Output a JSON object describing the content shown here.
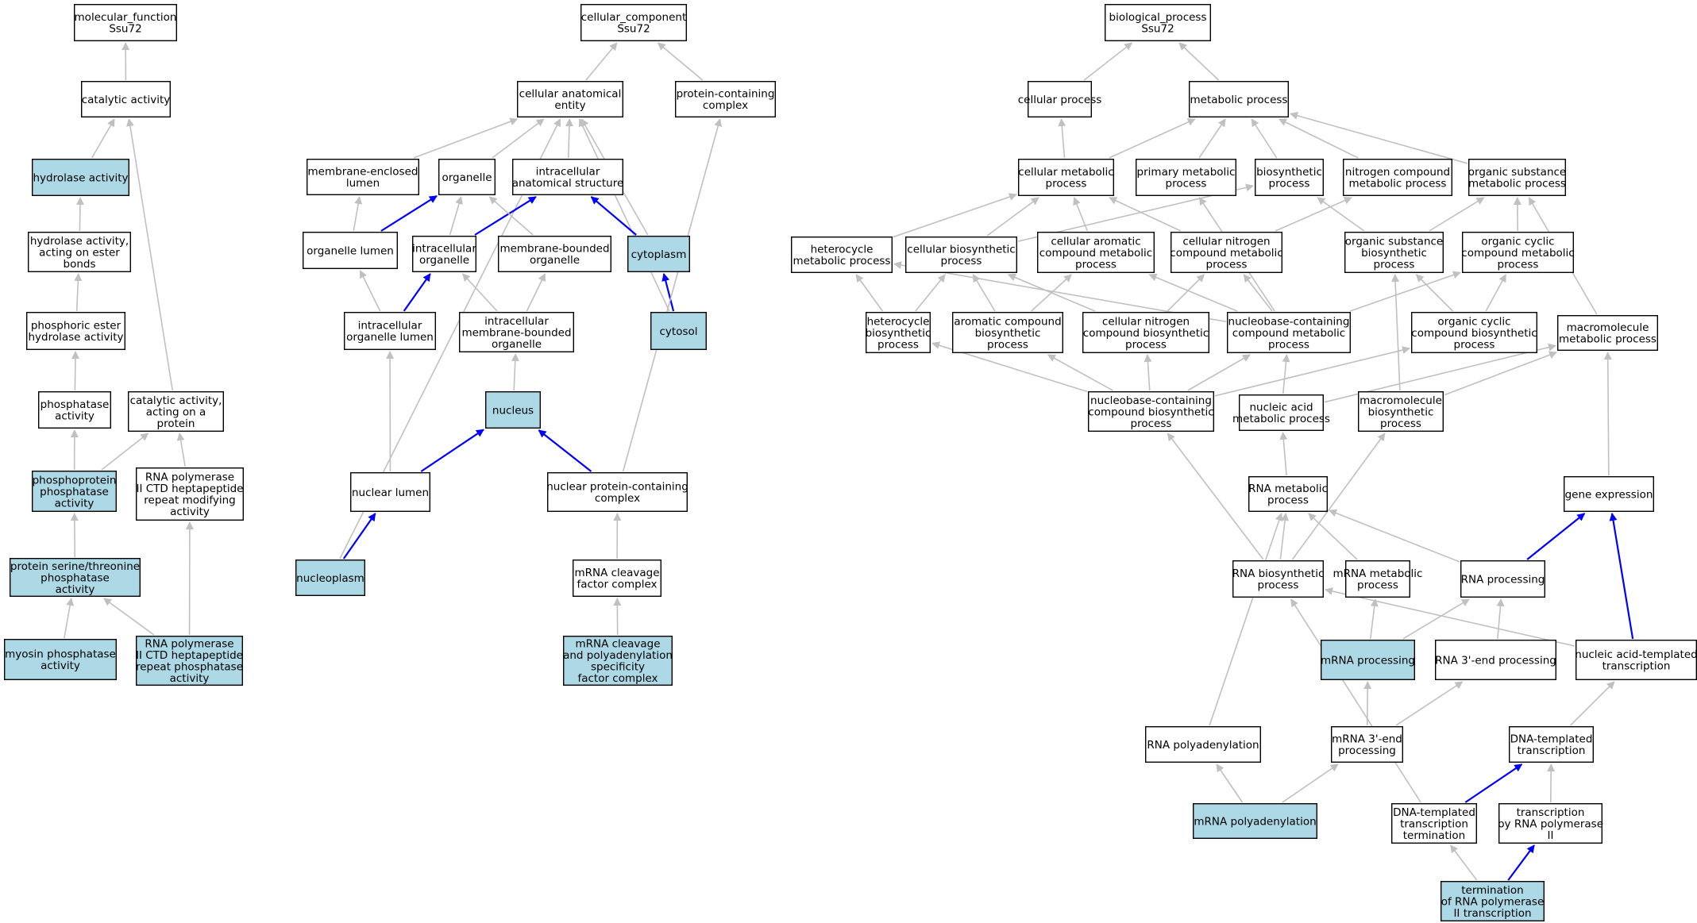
{
  "colors": {
    "highlight_fill": "#add8e6",
    "default_fill": "#ffffff",
    "edge_gray": "#c0c0c0",
    "edge_blue": "#0000ff",
    "border": "#000000"
  },
  "nodes": [
    {
      "id": "mf",
      "lines": [
        "molecular_function",
        "Ssu72"
      ],
      "highlighted": false
    },
    {
      "id": "cat",
      "lines": [
        "catalytic activity"
      ],
      "highlighted": false
    },
    {
      "id": "hyd",
      "lines": [
        "hydrolase activity"
      ],
      "highlighted": true
    },
    {
      "id": "hydest",
      "lines": [
        "hydrolase activity,",
        "acting on ester",
        "bonds"
      ],
      "highlighted": false
    },
    {
      "id": "phosest",
      "lines": [
        "phosphoric ester",
        "hydrolase activity"
      ],
      "highlighted": false
    },
    {
      "id": "phosph",
      "lines": [
        "phosphatase",
        "activity"
      ],
      "highlighted": false
    },
    {
      "id": "catprot",
      "lines": [
        "catalytic activity,",
        "acting on a",
        "protein"
      ],
      "highlighted": false
    },
    {
      "id": "ppp",
      "lines": [
        "phosphoprotein",
        "phosphatase",
        "activity"
      ],
      "highlighted": true
    },
    {
      "id": "rnactdmod",
      "lines": [
        "RNA polymerase",
        "II CTD heptapeptide",
        "repeat modifying",
        "activity"
      ],
      "highlighted": false
    },
    {
      "id": "serthr",
      "lines": [
        "protein serine/threonine",
        "phosphatase",
        "activity"
      ],
      "highlighted": true
    },
    {
      "id": "myosin",
      "lines": [
        "myosin phosphatase",
        "activity"
      ],
      "highlighted": true
    },
    {
      "id": "rnactdphos",
      "lines": [
        "RNA polymerase",
        "II CTD heptapeptide",
        "repeat phosphatase",
        "activity"
      ],
      "highlighted": true
    },
    {
      "id": "cc",
      "lines": [
        "cellular_component",
        "Ssu72"
      ],
      "highlighted": false
    },
    {
      "id": "cae",
      "lines": [
        "cellular anatomical",
        "entity"
      ],
      "highlighted": false
    },
    {
      "id": "pcc",
      "lines": [
        "protein-containing",
        "complex"
      ],
      "highlighted": false
    },
    {
      "id": "mel",
      "lines": [
        "membrane-enclosed",
        "lumen"
      ],
      "highlighted": false
    },
    {
      "id": "org",
      "lines": [
        "organelle"
      ],
      "highlighted": false
    },
    {
      "id": "ias",
      "lines": [
        "intracellular",
        "anatomical structure"
      ],
      "highlighted": false
    },
    {
      "id": "orglum",
      "lines": [
        "organelle lumen"
      ],
      "highlighted": false
    },
    {
      "id": "intorg",
      "lines": [
        "intracellular",
        "organelle"
      ],
      "highlighted": false
    },
    {
      "id": "mbo",
      "lines": [
        "membrane-bounded",
        "organelle"
      ],
      "highlighted": false
    },
    {
      "id": "cyto",
      "lines": [
        "cytoplasm"
      ],
      "highlighted": true
    },
    {
      "id": "iol",
      "lines": [
        "intracellular",
        "organelle lumen"
      ],
      "highlighted": false
    },
    {
      "id": "imbo",
      "lines": [
        "intracellular",
        "membrane-bounded",
        "organelle"
      ],
      "highlighted": false
    },
    {
      "id": "cytosol",
      "lines": [
        "cytosol"
      ],
      "highlighted": true
    },
    {
      "id": "nucleus",
      "lines": [
        "nucleus"
      ],
      "highlighted": true
    },
    {
      "id": "nuclum",
      "lines": [
        "nuclear lumen"
      ],
      "highlighted": false
    },
    {
      "id": "npcc",
      "lines": [
        "nuclear protein-containing",
        "complex"
      ],
      "highlighted": false
    },
    {
      "id": "nucleoplasm",
      "lines": [
        "nucleoplasm"
      ],
      "highlighted": true
    },
    {
      "id": "mrnacf",
      "lines": [
        "mRNA cleavage",
        "factor complex"
      ],
      "highlighted": false
    },
    {
      "id": "mrnacpsf",
      "lines": [
        "mRNA cleavage",
        "and polyadenylation",
        "specificity",
        "factor complex"
      ],
      "highlighted": true
    },
    {
      "id": "bp",
      "lines": [
        "biological_process",
        "Ssu72"
      ],
      "highlighted": false
    },
    {
      "id": "cp",
      "lines": [
        "cellular process"
      ],
      "highlighted": false
    },
    {
      "id": "mp",
      "lines": [
        "metabolic process"
      ],
      "highlighted": false
    },
    {
      "id": "cmp",
      "lines": [
        "cellular metabolic",
        "process"
      ],
      "highlighted": false
    },
    {
      "id": "pmp",
      "lines": [
        "primary metabolic",
        "process"
      ],
      "highlighted": false
    },
    {
      "id": "bsp",
      "lines": [
        "biosynthetic",
        "process"
      ],
      "highlighted": false
    },
    {
      "id": "ncmp",
      "lines": [
        "nitrogen compound",
        "metabolic process"
      ],
      "highlighted": false
    },
    {
      "id": "osmp",
      "lines": [
        "organic substance",
        "metabolic process"
      ],
      "highlighted": false
    },
    {
      "id": "hcmp",
      "lines": [
        "heterocycle",
        "metabolic process"
      ],
      "highlighted": false
    },
    {
      "id": "cbp",
      "lines": [
        "cellular biosynthetic",
        "process"
      ],
      "highlighted": false
    },
    {
      "id": "cacmp",
      "lines": [
        "cellular aromatic",
        "compound metabolic",
        "process"
      ],
      "highlighted": false
    },
    {
      "id": "cncmp",
      "lines": [
        "cellular nitrogen",
        "compound metabolic",
        "process"
      ],
      "highlighted": false
    },
    {
      "id": "osbp",
      "lines": [
        "organic substance",
        "biosynthetic",
        "process"
      ],
      "highlighted": false
    },
    {
      "id": "occmp",
      "lines": [
        "organic cyclic",
        "compound metabolic",
        "process"
      ],
      "highlighted": false
    },
    {
      "id": "hcbp",
      "lines": [
        "heterocycle",
        "biosynthetic",
        "process"
      ],
      "highlighted": false
    },
    {
      "id": "acbp",
      "lines": [
        "aromatic compound",
        "biosynthetic",
        "process"
      ],
      "highlighted": false
    },
    {
      "id": "cncbp",
      "lines": [
        "cellular nitrogen",
        "compound biosynthetic",
        "process"
      ],
      "highlighted": false
    },
    {
      "id": "nbcmp",
      "lines": [
        "nucleobase-containing",
        "compound metabolic",
        "process"
      ],
      "highlighted": false
    },
    {
      "id": "occbp",
      "lines": [
        "organic cyclic",
        "compound biosynthetic",
        "process"
      ],
      "highlighted": false
    },
    {
      "id": "macmp",
      "lines": [
        "macromolecule",
        "metabolic process"
      ],
      "highlighted": false
    },
    {
      "id": "nbcbp",
      "lines": [
        "nucleobase-containing",
        "compound biosynthetic",
        "process"
      ],
      "highlighted": false
    },
    {
      "id": "namp",
      "lines": [
        "nucleic acid",
        "metabolic process"
      ],
      "highlighted": false
    },
    {
      "id": "macbp",
      "lines": [
        "macromolecule",
        "biosynthetic",
        "process"
      ],
      "highlighted": false
    },
    {
      "id": "rnamp",
      "lines": [
        "RNA metabolic",
        "process"
      ],
      "highlighted": false
    },
    {
      "id": "ge",
      "lines": [
        "gene expression"
      ],
      "highlighted": false
    },
    {
      "id": "rnabp",
      "lines": [
        "RNA biosynthetic",
        "process"
      ],
      "highlighted": false
    },
    {
      "id": "mrnamp",
      "lines": [
        "mRNA metabolic",
        "process"
      ],
      "highlighted": false
    },
    {
      "id": "rnaproc",
      "lines": [
        "RNA processing"
      ],
      "highlighted": false
    },
    {
      "id": "mrnaproc",
      "lines": [
        "mRNA processing"
      ],
      "highlighted": true
    },
    {
      "id": "rna3",
      "lines": [
        "RNA 3'-end processing"
      ],
      "highlighted": false
    },
    {
      "id": "natt",
      "lines": [
        "nucleic acid-templated",
        "transcription"
      ],
      "highlighted": false
    },
    {
      "id": "rnapoly",
      "lines": [
        "RNA polyadenylation"
      ],
      "highlighted": false
    },
    {
      "id": "mrna3",
      "lines": [
        "mRNA 3'-end",
        "processing"
      ],
      "highlighted": false
    },
    {
      "id": "dtt",
      "lines": [
        "DNA-templated",
        "transcription"
      ],
      "highlighted": false
    },
    {
      "id": "mrnapoly",
      "lines": [
        "mRNA polyadenylation"
      ],
      "highlighted": true
    },
    {
      "id": "dttt",
      "lines": [
        "DNA-templated",
        "transcription",
        "termination"
      ],
      "highlighted": false
    },
    {
      "id": "trpol2",
      "lines": [
        "transcription",
        "by RNA polymerase",
        "II"
      ],
      "highlighted": false
    },
    {
      "id": "term",
      "lines": [
        "termination",
        "of RNA polymerase",
        "II transcription"
      ],
      "highlighted": true
    }
  ],
  "edges": [
    {
      "from": "cat",
      "to": "mf",
      "color": "gray"
    },
    {
      "from": "hyd",
      "to": "cat",
      "color": "gray"
    },
    {
      "from": "hydest",
      "to": "hyd",
      "color": "gray"
    },
    {
      "from": "phosest",
      "to": "hydest",
      "color": "gray"
    },
    {
      "from": "phosph",
      "to": "phosest",
      "color": "gray"
    },
    {
      "from": "catprot",
      "to": "cat",
      "color": "gray"
    },
    {
      "from": "ppp",
      "to": "phosph",
      "color": "gray"
    },
    {
      "from": "ppp",
      "to": "catprot",
      "color": "gray"
    },
    {
      "from": "rnactdmod",
      "to": "catprot",
      "color": "gray"
    },
    {
      "from": "serthr",
      "to": "ppp",
      "color": "gray"
    },
    {
      "from": "myosin",
      "to": "serthr",
      "color": "gray"
    },
    {
      "from": "rnactdphos",
      "to": "serthr",
      "color": "gray"
    },
    {
      "from": "rnactdphos",
      "to": "rnactdmod",
      "color": "gray"
    },
    {
      "from": "cae",
      "to": "cc",
      "color": "gray"
    },
    {
      "from": "pcc",
      "to": "cc",
      "color": "gray"
    },
    {
      "from": "mel",
      "to": "cae",
      "color": "gray"
    },
    {
      "from": "org",
      "to": "cae",
      "color": "gray"
    },
    {
      "from": "ias",
      "to": "cae",
      "color": "gray"
    },
    {
      "from": "cyto",
      "to": "cae",
      "color": "gray"
    },
    {
      "from": "cytosol",
      "to": "cae",
      "color": "gray"
    },
    {
      "from": "nucleoplasm",
      "to": "cae",
      "color": "gray"
    },
    {
      "from": "orglum",
      "to": "mel",
      "color": "gray"
    },
    {
      "from": "orglum",
      "to": "org",
      "color": "blue"
    },
    {
      "from": "intorg",
      "to": "org",
      "color": "gray"
    },
    {
      "from": "intorg",
      "to": "ias",
      "color": "blue"
    },
    {
      "from": "mbo",
      "to": "org",
      "color": "gray"
    },
    {
      "from": "cyto",
      "to": "ias",
      "color": "blue"
    },
    {
      "from": "iol",
      "to": "orglum",
      "color": "gray"
    },
    {
      "from": "iol",
      "to": "intorg",
      "color": "blue"
    },
    {
      "from": "imbo",
      "to": "intorg",
      "color": "gray"
    },
    {
      "from": "imbo",
      "to": "mbo",
      "color": "gray"
    },
    {
      "from": "cytosol",
      "to": "cyto",
      "color": "blue"
    },
    {
      "from": "nucleus",
      "to": "imbo",
      "color": "gray"
    },
    {
      "from": "nuclum",
      "to": "iol",
      "color": "gray"
    },
    {
      "from": "nuclum",
      "to": "nucleus",
      "color": "blue"
    },
    {
      "from": "npcc",
      "to": "nucleus",
      "color": "blue"
    },
    {
      "from": "npcc",
      "to": "pcc",
      "color": "gray"
    },
    {
      "from": "nucleoplasm",
      "to": "nuclum",
      "color": "blue"
    },
    {
      "from": "mrnacf",
      "to": "npcc",
      "color": "gray"
    },
    {
      "from": "mrnacpsf",
      "to": "mrnacf",
      "color": "gray"
    },
    {
      "from": "cp",
      "to": "bp",
      "color": "gray"
    },
    {
      "from": "mp",
      "to": "bp",
      "color": "gray"
    },
    {
      "from": "cmp",
      "to": "cp",
      "color": "gray"
    },
    {
      "from": "cmp",
      "to": "mp",
      "color": "gray"
    },
    {
      "from": "pmp",
      "to": "mp",
      "color": "gray"
    },
    {
      "from": "bsp",
      "to": "mp",
      "color": "gray"
    },
    {
      "from": "ncmp",
      "to": "mp",
      "color": "gray"
    },
    {
      "from": "osmp",
      "to": "mp",
      "color": "gray"
    },
    {
      "from": "hcmp",
      "to": "cmp",
      "color": "gray"
    },
    {
      "from": "cbp",
      "to": "cmp",
      "color": "gray"
    },
    {
      "from": "cbp",
      "to": "bsp",
      "color": "gray"
    },
    {
      "from": "cacmp",
      "to": "cmp",
      "color": "gray"
    },
    {
      "from": "cncmp",
      "to": "cmp",
      "color": "gray"
    },
    {
      "from": "cncmp",
      "to": "ncmp",
      "color": "gray"
    },
    {
      "from": "osbp",
      "to": "bsp",
      "color": "gray"
    },
    {
      "from": "osbp",
      "to": "osmp",
      "color": "gray"
    },
    {
      "from": "occmp",
      "to": "osmp",
      "color": "gray"
    },
    {
      "from": "hcbp",
      "to": "hcmp",
      "color": "gray"
    },
    {
      "from": "hcbp",
      "to": "cbp",
      "color": "gray"
    },
    {
      "from": "acbp",
      "to": "cbp",
      "color": "gray"
    },
    {
      "from": "acbp",
      "to": "cacmp",
      "color": "gray"
    },
    {
      "from": "cncbp",
      "to": "cbp",
      "color": "gray"
    },
    {
      "from": "cncbp",
      "to": "cncmp",
      "color": "gray"
    },
    {
      "from": "nbcmp",
      "to": "hcmp",
      "color": "gray"
    },
    {
      "from": "nbcmp",
      "to": "cacmp",
      "color": "gray"
    },
    {
      "from": "nbcmp",
      "to": "cncmp",
      "color": "gray"
    },
    {
      "from": "nbcmp",
      "to": "occmp",
      "color": "gray"
    },
    {
      "from": "nbcmp",
      "to": "pmp",
      "color": "gray"
    },
    {
      "from": "occbp",
      "to": "osbp",
      "color": "gray"
    },
    {
      "from": "occbp",
      "to": "occmp",
      "color": "gray"
    },
    {
      "from": "macmp",
      "to": "osmp",
      "color": "gray"
    },
    {
      "from": "nbcbp",
      "to": "hcbp",
      "color": "gray"
    },
    {
      "from": "nbcbp",
      "to": "acbp",
      "color": "gray"
    },
    {
      "from": "nbcbp",
      "to": "cncbp",
      "color": "gray"
    },
    {
      "from": "nbcbp",
      "to": "nbcmp",
      "color": "gray"
    },
    {
      "from": "nbcbp",
      "to": "occbp",
      "color": "gray"
    },
    {
      "from": "namp",
      "to": "nbcmp",
      "color": "gray"
    },
    {
      "from": "namp",
      "to": "macmp",
      "color": "gray"
    },
    {
      "from": "macbp",
      "to": "osbp",
      "color": "gray"
    },
    {
      "from": "macbp",
      "to": "macmp",
      "color": "gray"
    },
    {
      "from": "rnamp",
      "to": "namp",
      "color": "gray"
    },
    {
      "from": "ge",
      "to": "macmp",
      "color": "gray"
    },
    {
      "from": "rnabp",
      "to": "rnamp",
      "color": "gray"
    },
    {
      "from": "rnabp",
      "to": "nbcbp",
      "color": "gray"
    },
    {
      "from": "rnabp",
      "to": "macbp",
      "color": "gray"
    },
    {
      "from": "mrnamp",
      "to": "rnamp",
      "color": "gray"
    },
    {
      "from": "rnaproc",
      "to": "rnamp",
      "color": "gray"
    },
    {
      "from": "rnaproc",
      "to": "ge",
      "color": "blue"
    },
    {
      "from": "mrnaproc",
      "to": "mrnamp",
      "color": "gray"
    },
    {
      "from": "mrnaproc",
      "to": "rnaproc",
      "color": "gray"
    },
    {
      "from": "rna3",
      "to": "rnaproc",
      "color": "gray"
    },
    {
      "from": "natt",
      "to": "rnabp",
      "color": "gray"
    },
    {
      "from": "natt",
      "to": "ge",
      "color": "blue"
    },
    {
      "from": "rnapoly",
      "to": "rnamp",
      "color": "gray"
    },
    {
      "from": "mrna3",
      "to": "mrnaproc",
      "color": "gray"
    },
    {
      "from": "mrna3",
      "to": "rna3",
      "color": "gray"
    },
    {
      "from": "dtt",
      "to": "natt",
      "color": "gray"
    },
    {
      "from": "mrnapoly",
      "to": "rnapoly",
      "color": "gray"
    },
    {
      "from": "mrnapoly",
      "to": "mrna3",
      "color": "gray"
    },
    {
      "from": "dttt",
      "to": "dtt",
      "color": "blue"
    },
    {
      "from": "dttt",
      "to": "rnabp",
      "color": "gray"
    },
    {
      "from": "trpol2",
      "to": "dtt",
      "color": "gray"
    },
    {
      "from": "term",
      "to": "dttt",
      "color": "gray"
    },
    {
      "from": "term",
      "to": "trpol2",
      "color": "blue"
    }
  ]
}
